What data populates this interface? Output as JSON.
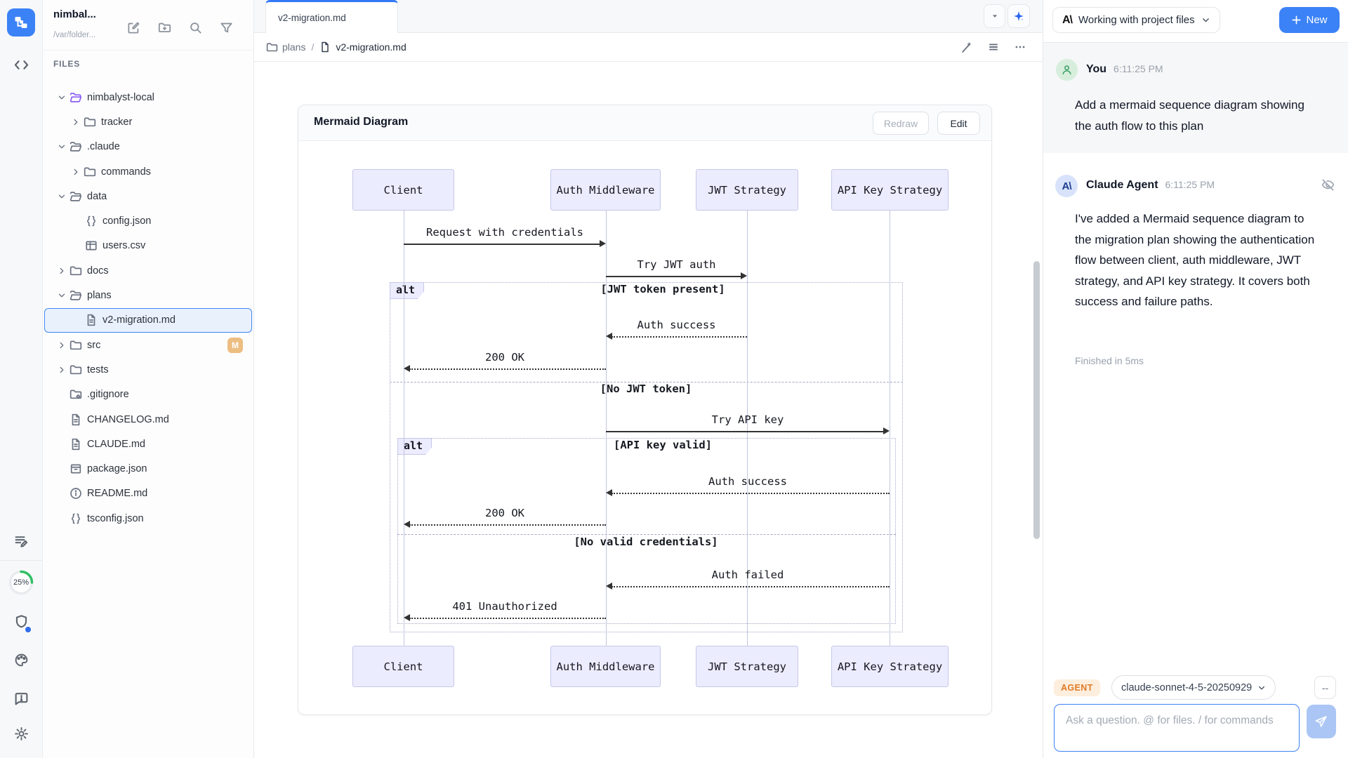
{
  "colors": {
    "accent_blue": "#3b82f6",
    "mermaid_fill": "#ececff",
    "agent_badge_orange": "#e07b28",
    "selected_row_blue": "#4285f4",
    "progress_green": "#2fbf64"
  },
  "rail": {
    "progress": "25%"
  },
  "sidebar": {
    "project_name": "nimbal...",
    "project_path": "/var/folder...",
    "files_header": "FILES",
    "tree": [
      {
        "label": "nimbalyst-local",
        "depth": 0,
        "kind": "folder",
        "icon": "folder-open",
        "expanded": true,
        "accent": "#8b5cf6"
      },
      {
        "label": "tracker",
        "depth": 1,
        "kind": "folder",
        "icon": "folder",
        "expanded": false
      },
      {
        "label": ".claude",
        "depth": 0,
        "kind": "folder",
        "icon": "folder-open",
        "expanded": true
      },
      {
        "label": "commands",
        "depth": 1,
        "kind": "folder",
        "icon": "folder",
        "expanded": false
      },
      {
        "label": "data",
        "depth": 0,
        "kind": "folder",
        "icon": "folder-open",
        "expanded": true
      },
      {
        "label": "config.json",
        "depth": 2,
        "kind": "file",
        "icon": "braces"
      },
      {
        "label": "users.csv",
        "depth": 2,
        "kind": "file",
        "icon": "table"
      },
      {
        "label": "docs",
        "depth": 0,
        "kind": "folder",
        "icon": "folder",
        "expanded": false
      },
      {
        "label": "plans",
        "depth": 0,
        "kind": "folder",
        "icon": "folder-open",
        "expanded": true
      },
      {
        "label": "v2-migration.md",
        "depth": 2,
        "kind": "file",
        "icon": "file-text",
        "selected": true
      },
      {
        "label": "src",
        "depth": 0,
        "kind": "folder",
        "icon": "folder",
        "expanded": false,
        "badge": "M"
      },
      {
        "label": "tests",
        "depth": 0,
        "kind": "folder",
        "icon": "folder",
        "expanded": false
      },
      {
        "label": ".gitignore",
        "depth": 0,
        "kind": "file",
        "icon": "folder-gear"
      },
      {
        "label": "CHANGELOG.md",
        "depth": 0,
        "kind": "file",
        "icon": "file-text"
      },
      {
        "label": "CLAUDE.md",
        "depth": 0,
        "kind": "file",
        "icon": "file-text"
      },
      {
        "label": "package.json",
        "depth": 0,
        "kind": "file",
        "icon": "package"
      },
      {
        "label": "README.md",
        "depth": 0,
        "kind": "file",
        "icon": "info"
      },
      {
        "label": "tsconfig.json",
        "depth": 0,
        "kind": "file",
        "icon": "braces"
      }
    ]
  },
  "main": {
    "tab_label": "v2-migration.md",
    "breadcrumb_folder": "plans",
    "breadcrumb_sep": "/",
    "breadcrumb_file": "v2-migration.md"
  },
  "card": {
    "title": "Mermaid Diagram",
    "redraw_label": "Redraw",
    "edit_label": "Edit"
  },
  "diagram": {
    "type": "sequence",
    "participants": [
      "Client",
      "Auth Middleware",
      "JWT Strategy",
      "API Key Strategy"
    ],
    "messages": [
      {
        "from": 0,
        "to": 1,
        "label": "Request with credentials",
        "line": "solid"
      },
      {
        "from": 1,
        "to": 2,
        "label": "Try JWT auth",
        "line": "solid"
      },
      {
        "from": 2,
        "to": 1,
        "label": "Auth success",
        "line": "dashed"
      },
      {
        "from": 1,
        "to": 0,
        "label": "200 OK",
        "line": "dashed"
      },
      {
        "from": 1,
        "to": 3,
        "label": "Try API key",
        "line": "solid"
      },
      {
        "from": 3,
        "to": 1,
        "label": "Auth success",
        "line": "dashed"
      },
      {
        "from": 1,
        "to": 0,
        "label": "200 OK",
        "line": "dashed"
      },
      {
        "from": 3,
        "to": 1,
        "label": "Auth failed",
        "line": "dashed"
      },
      {
        "from": 1,
        "to": 0,
        "label": "401 Unauthorized",
        "line": "dashed"
      }
    ],
    "frames": [
      {
        "label": "alt",
        "if_condition": "[JWT token present]",
        "else_condition": "[No JWT token]"
      },
      {
        "label": "alt",
        "if_condition": "[API key valid]",
        "else_condition": "[No valid credentials]"
      }
    ]
  },
  "chat": {
    "context_selector": "Working with project files",
    "anthropic_glyph": "A\\",
    "new_label": "New",
    "user": {
      "name": "You",
      "time": "6:11:25 PM",
      "text": "Add a mermaid sequence diagram showing the auth flow to this plan"
    },
    "agent": {
      "name": "Claude Agent",
      "time": "6:11:25 PM",
      "text": "I've added a Mermaid sequence diagram to the migration plan showing the authentication flow between client, auth middleware, JWT strategy, and API key strategy. It covers both success and failure paths.",
      "status": "Finished in 5ms"
    }
  },
  "composer": {
    "agent_badge": "AGENT",
    "model": "claude-sonnet-4-5-20250929",
    "overflow_label": "--",
    "placeholder": "Ask a question. @ for files. / for commands"
  }
}
